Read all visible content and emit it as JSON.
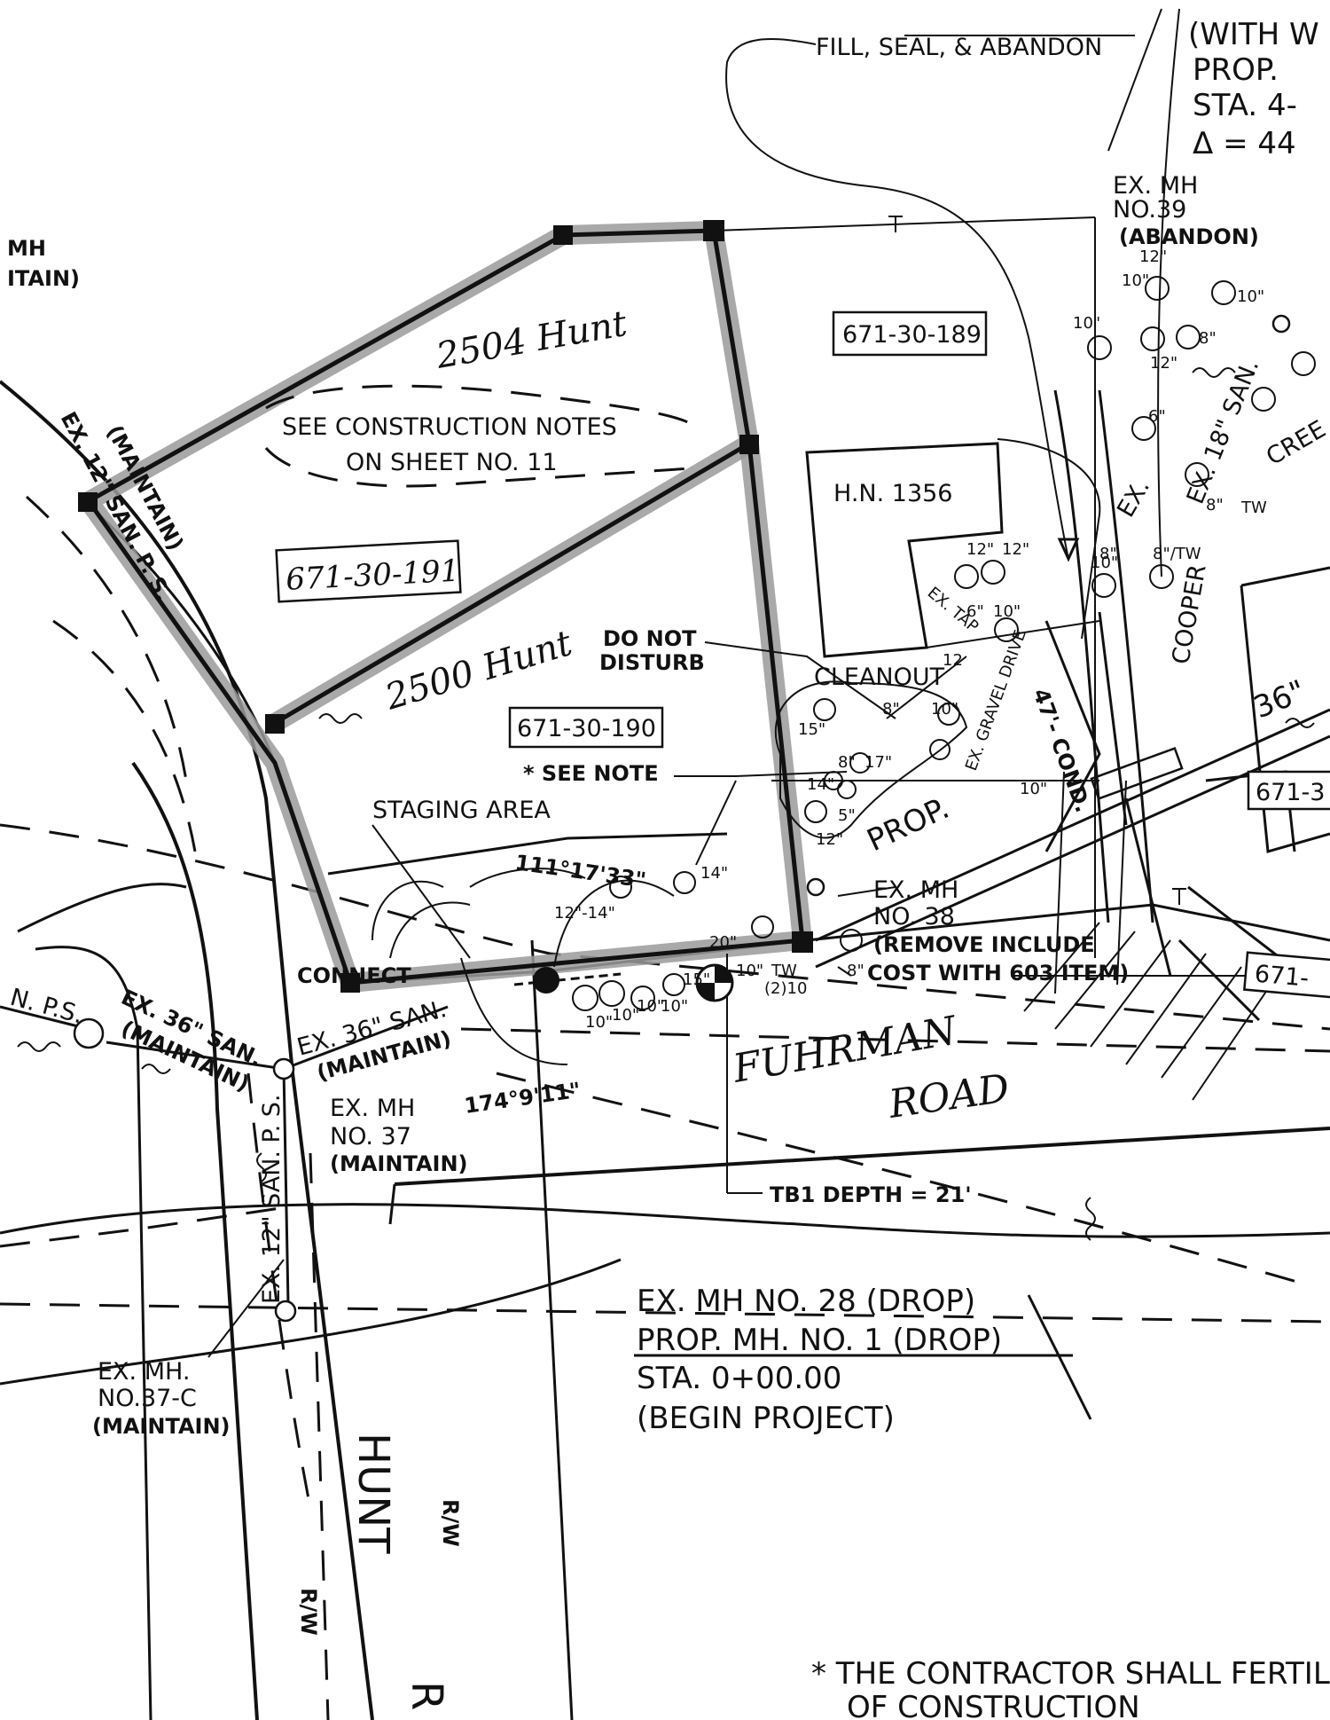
{
  "labels": {
    "fill_seal_abandon": "FILL, SEAL, & ABANDON",
    "with_w": "(WITH W",
    "prop_corner": "PROP.",
    "sta_corner": "STA. 4-",
    "delta_corner": "Δ = 44",
    "ex_mh_39_a": "EX. MH",
    "ex_mh_39_b": "NO.39",
    "ex_mh_39_c": "(ABANDON)",
    "left_mh": "MH",
    "left_maintain": "ITAIN)",
    "hand_2504": "2504 Hunt",
    "hand_2500": "2500 Hunt",
    "hand_191": "671-30-191",
    "see_notes_a": "SEE CONSTRUCTION NOTES",
    "see_notes_b": "ON SHEET NO. 11",
    "parcel_189": "671-30-189",
    "parcel_190": "671-30-190",
    "hn_1356": "H.N. 1356",
    "do_not_a": "DO NOT",
    "do_not_b": "DISTURB",
    "cleanout": "CLEANOUT",
    "see_note": "* SEE NOTE",
    "staging": "STAGING AREA",
    "angle_1": "111°17'33\"",
    "angle_2": "174°9'11\"",
    "ex_mh_38_a": "EX. MH",
    "ex_mh_38_b": "NO. 38",
    "ex_mh_38_c": "(REMOVE INCLUDE",
    "ex_mh_38_d": "COST WITH 603 ITEM)",
    "connect": "CONNECT",
    "prop_main": "PROP.",
    "size_36": "36\"",
    "parcel_right_1": "671-3",
    "parcel_right_2": "671-",
    "fuhrman": "FUHRMAN",
    "road": "ROAD",
    "tb1": "TB1 DEPTH = 21'",
    "ex_36_san_a": "EX. 36\" SAN.",
    "ex_36_san_maint": "(MAINTAIN)",
    "ex_36_san_b": "EX. 36\" SAN.",
    "ex_36_san_b_maint": "(MAINTAIN)",
    "ex_mh_37_a": "EX. MH",
    "ex_mh_37_b": "NO. 37",
    "ex_mh_37_c": "(MAINTAIN)",
    "n_ps": "N. P.S.",
    "ex_12_san": "EX. 12\" SAN. P. S.",
    "ex_12_maint": "(MAINTAIN)",
    "ex_12_vert": "EX. 12\" SAN. P. S.",
    "ex_mh_37c_a": "EX. MH.",
    "ex_mh_37c_b": "NO.37-C",
    "ex_mh_37c_c": "(MAINTAIN)",
    "begin_a": "EX. MH NO. 28 (DROP)",
    "begin_b": "PROP. MH. NO. 1 (DROP)",
    "begin_c": "STA. 0+00.00",
    "begin_d": "(BEGIN PROJECT)",
    "hunt": "HUNT",
    "hunt_r": "R",
    "rw_1": "R/W",
    "rw_2": "R/W",
    "ex_18_san": "EX. 18\" SAN.",
    "creek": "CREE",
    "cooper": "COOPER",
    "ex_tap": "EX. TAP",
    "gravel_drive": "EX. GRAVEL DRIVE",
    "cond_47": "47'- COND.",
    "ex_left": "EX.",
    "footnote_a": "* THE CONTRACTOR SHALL FERTIL",
    "footnote_b": "OF CONSTRUCTION"
  },
  "tree_sizes": [
    "10\"",
    "12\"",
    "10\"",
    "10\"",
    "8\"",
    "12\"",
    "6\"",
    "8\"",
    "8\"/TW",
    "8\"",
    "TW",
    "12\"",
    "12\"",
    "6\"",
    "10\"",
    "12",
    "15\"",
    "8\"",
    "10\"",
    "8\"",
    "17\"",
    "14\"",
    "5\"",
    "12\"",
    "10\"",
    "14\"",
    "12\"-14\"",
    "20\"",
    "10\"",
    "TW",
    "(2)10",
    "8\"",
    "10\"",
    "10\"",
    "10\"",
    "10\"",
    "10\"",
    "15\""
  ],
  "colors": {
    "ink": "#111111",
    "shade": "#9a9a9a",
    "paper": "#ffffff"
  }
}
